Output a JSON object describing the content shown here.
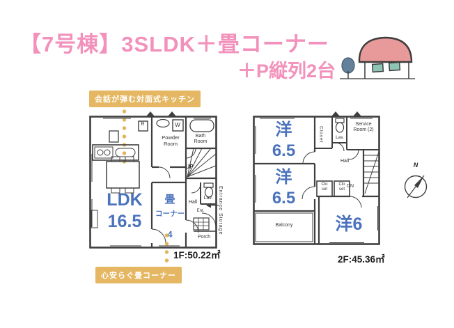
{
  "title": {
    "line1": "【7号棟】3SLDK＋畳コーナー",
    "line2": "＋P縦列2台"
  },
  "badges": {
    "kitchen": "会話が弾む対面式キッチン",
    "tatami": "心安らぐ畳コーナー"
  },
  "floor1": {
    "area": "1F:50.22㎡",
    "ldk": {
      "name": "LDK",
      "size": "16.5"
    },
    "tatami": {
      "line1": "畳",
      "line2": "コーナー",
      "line3": "4"
    },
    "labels": {
      "fridge": "R",
      "washer": "W",
      "powder": "Powder Room",
      "bath": "Bath Room",
      "up": "UP",
      "lav": "Lav.",
      "hall": "Hall",
      "ent": "Ent.",
      "porch": "Porch",
      "storage": "Entrance Storage"
    }
  },
  "floor2": {
    "area": "2F:45.36㎡",
    "bed1": {
      "name": "洋",
      "size": "6.5"
    },
    "bed2": {
      "name": "洋",
      "size": "6.5"
    },
    "bed3": {
      "name": "洋6"
    },
    "labels": {
      "closet": "Closet",
      "lav": "Lav.",
      "service": "Service Room (2)",
      "hall": "Hall",
      "dn": "DN",
      "clo1": "Clo set",
      "clo2": "Clo set",
      "balcony": "Balcony"
    }
  },
  "compass": {
    "n": "N"
  },
  "colors": {
    "title_pink": "#f291bb",
    "room_label_blue": "#4a72bd",
    "badge_gold": "#e5b763",
    "plan_line": "#3f3f3f",
    "roof_pink": "#e89a9b",
    "window_teal": "#8ec4b4",
    "tree_blue": "#64819c"
  }
}
